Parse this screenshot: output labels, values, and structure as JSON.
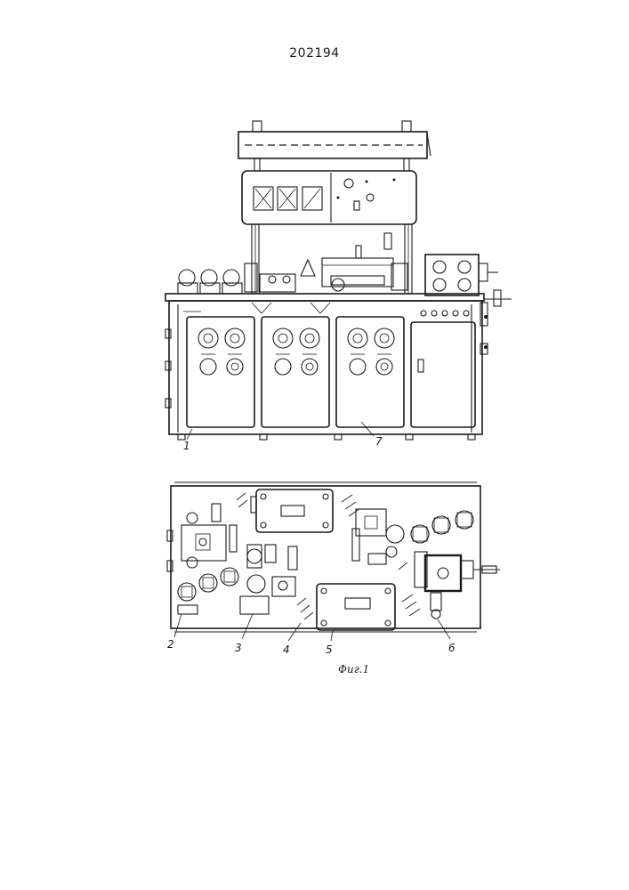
{
  "document": {
    "number": "202194",
    "figure_caption": "Фиг.1"
  },
  "labels": {
    "front_view": [
      "1",
      "7"
    ],
    "plan_view": [
      "2",
      "3",
      "4",
      "5",
      "6"
    ]
  }
}
